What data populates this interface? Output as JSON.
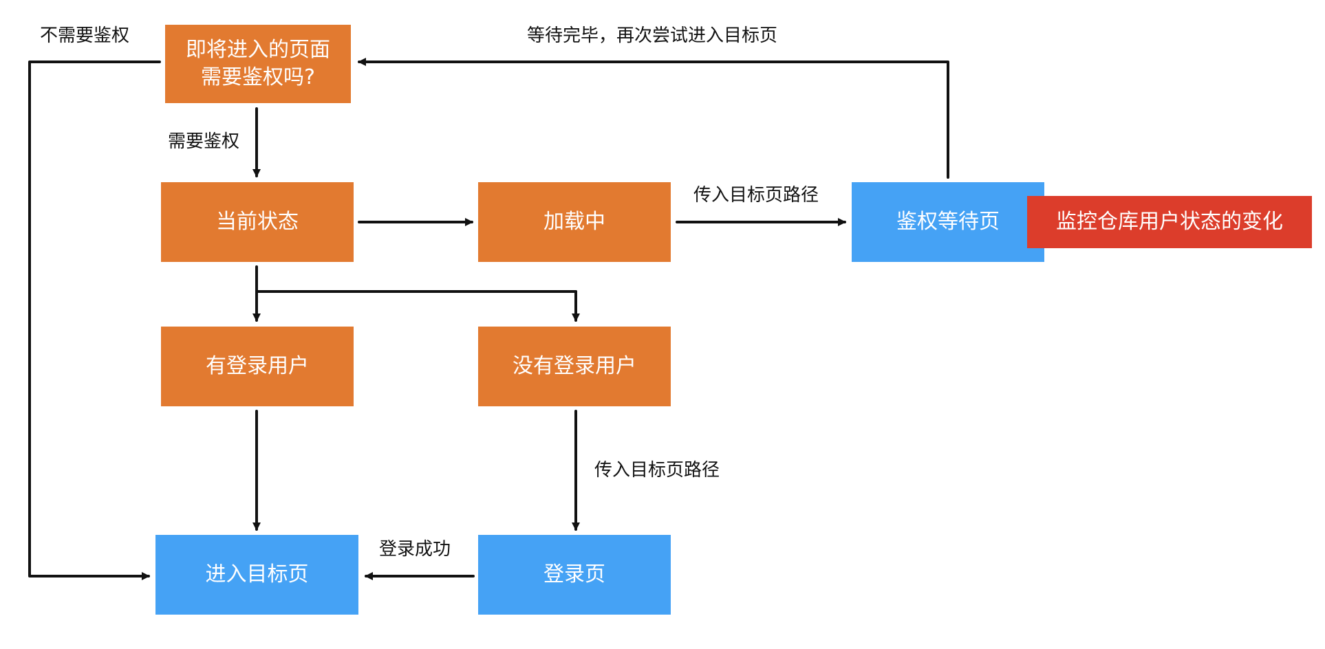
{
  "colors": {
    "process": "#E27A30",
    "page": "#45A2F5",
    "monitor": "#DC3D2B",
    "line": "#111111"
  },
  "nodes": {
    "check_auth": "即将进入的页面\n需要鉴权吗?",
    "current_state": "当前状态",
    "loading": "加载中",
    "auth_wait_page": "鉴权等待页",
    "monitor_store": "监控仓库用户状态的变化",
    "has_user": "有登录用户",
    "no_user": "没有登录用户",
    "enter_target": "进入目标页",
    "login_page": "登录页"
  },
  "edges": {
    "no_auth_needed": "不需要鉴权",
    "auth_needed": "需要鉴权",
    "retry_after_wait": "等待完毕，再次尝试进入目标页",
    "pass_target_path_wait": "传入目标页路径",
    "pass_target_path_login": "传入目标页路径",
    "login_success": "登录成功"
  }
}
